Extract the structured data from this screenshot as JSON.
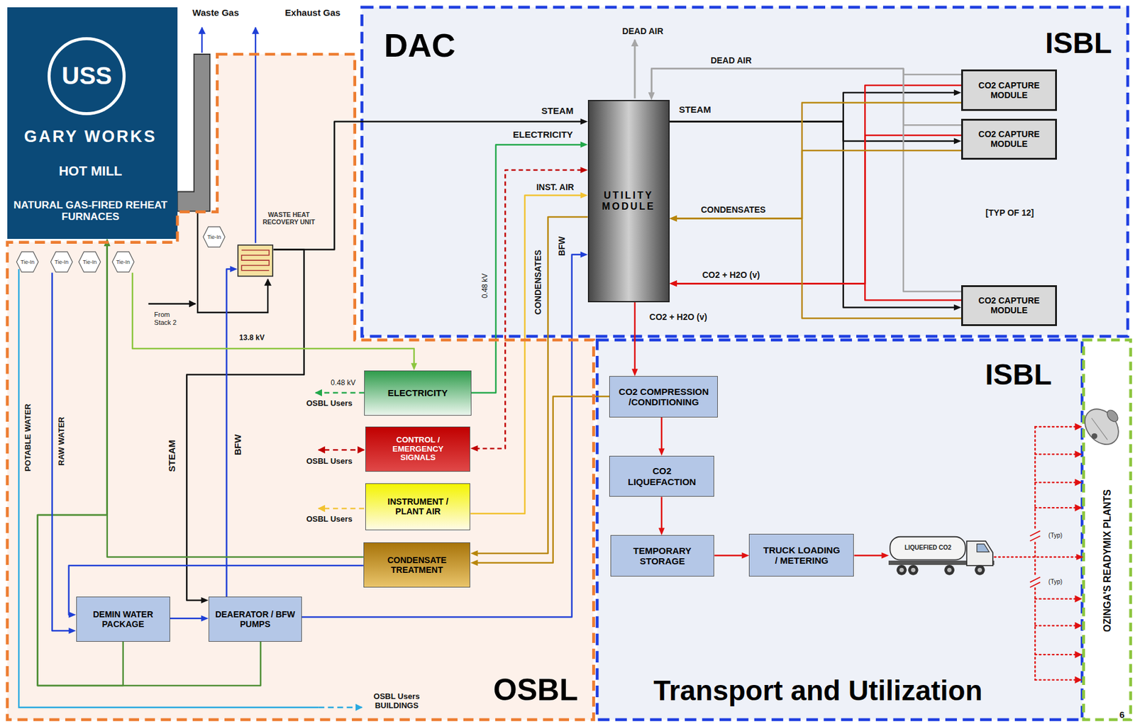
{
  "diagram": {
    "nodes": [
      {
        "text": [
          "USS",
          "GARY WORKS",
          "HOT MILL",
          "NATURAL GAS-FIRED REHEAT FURNACES"
        ]
      },
      {
        "text": [
          "DAC",
          "ISBL"
        ]
      },
      {
        "text": [
          "UTILITY MODULE"
        ],
        "in": 1
      },
      {
        "text": [
          "CO2 CAPTURE MODULE"
        ],
        "in": 1
      },
      {
        "text": [
          "CO2 CAPTURE MODULE"
        ],
        "in": 1
      },
      {
        "text": [
          "CO2 CAPTURE MODULE"
        ],
        "in": 1
      },
      {
        "text": [
          "OSBL"
        ]
      },
      {
        "text": [
          "WASTE HEAT RECOVERY UNIT"
        ],
        "in": 6
      },
      {
        "text": [
          "Tie-In"
        ],
        "in": 6
      },
      {
        "text": [
          "Tie-In"
        ],
        "in": 6
      },
      {
        "text": [
          "Tie-In"
        ],
        "in": 6
      },
      {
        "text": [
          "Tie-In"
        ],
        "in": 6
      },
      {
        "text": [
          "Tie-In"
        ],
        "in": 6
      },
      {
        "text": [
          "ELECTRICITY"
        ],
        "in": 6
      },
      {
        "text": [
          "CONTROL / EMERGENCY SIGNALS"
        ],
        "in": 6
      },
      {
        "text": [
          "INSTRUMENT / PLANT AIR"
        ],
        "in": 6
      },
      {
        "text": [
          "CONDENSATE TREATMENT"
        ],
        "in": 6
      },
      {
        "text": [
          "DEMIN WATER PACKAGE"
        ],
        "in": 6
      },
      {
        "text": [
          "DEAERATOR / BFW PUMPS"
        ],
        "in": 6
      },
      {
        "text": [
          "ISBL",
          "Transport and Utilization"
        ]
      },
      {
        "text": [
          "CO2 COMPRESSION /CONDITIONING"
        ],
        "in": 19
      },
      {
        "text": [
          "CO2 LIQUEFACTION"
        ],
        "in": 19
      },
      {
        "text": [
          "TEMPORARY STORAGE"
        ],
        "in": 19
      },
      {
        "text": [
          "TRUCK LOADING / METERING"
        ],
        "in": 19
      },
      {
        "text": [
          "LIQUEFIED CO2"
        ],
        "in": 19
      },
      {
        "text": [
          "OZINGA'S READYMIX PLANTS"
        ]
      }
    ],
    "edges": [
      {
        "from": 7,
        "to": 2,
        "arrow": "to",
        "label": "STEAM"
      },
      {
        "from": 7,
        "to": 18,
        "arrow": "to",
        "label": "STEAM"
      },
      {
        "from": 18,
        "to": 7,
        "arrow": "to",
        "label": "BFW"
      },
      {
        "from": 18,
        "to": 2,
        "arrow": "to",
        "label": "BFW"
      },
      {
        "from": 13,
        "to": 2,
        "arrow": "to",
        "label": "ELECTRICITY"
      },
      {
        "from": 12,
        "to": 13,
        "arrow": "to",
        "label": "13.8 kV"
      },
      {
        "from": 14,
        "to": 2,
        "arrow": "both"
      },
      {
        "from": 15,
        "to": 2,
        "arrow": "to",
        "label": "INST. AIR"
      },
      {
        "from": 2,
        "to": 16,
        "arrow": "to",
        "label": "CONDENSATES"
      },
      {
        "from": 20,
        "to": 16,
        "arrow": "to"
      },
      {
        "from": 16,
        "to": 0,
        "arrow": "to"
      },
      {
        "from": 17,
        "to": 0,
        "arrow": "to"
      },
      {
        "from": 18,
        "to": 0,
        "arrow": "to"
      },
      {
        "from": 10,
        "to": 17,
        "arrow": "to",
        "label": "RAW WATER"
      },
      {
        "from": 16,
        "to": 17,
        "arrow": "to"
      },
      {
        "from": 17,
        "to": 18,
        "arrow": "to"
      },
      {
        "from": 2,
        "to": 20,
        "arrow": "to",
        "label": "CO2 + H2O (v)"
      },
      {
        "from": 20,
        "to": 21,
        "arrow": "to"
      },
      {
        "from": 21,
        "to": 22,
        "arrow": "to"
      },
      {
        "from": 22,
        "to": 23,
        "arrow": "to"
      },
      {
        "from": 23,
        "to": 24,
        "arrow": "to"
      },
      {
        "from": 24,
        "to": 25,
        "arrow": "to"
      },
      {
        "from": 2,
        "to": 3,
        "arrow": "to",
        "label": "STEAM"
      },
      {
        "from": 2,
        "to": 4,
        "arrow": "to"
      },
      {
        "from": 2,
        "to": 5,
        "arrow": "to"
      },
      {
        "from": 3,
        "to": 2,
        "arrow": "to",
        "label": "CO2 + H2O (v)"
      },
      {
        "from": 4,
        "to": 2,
        "arrow": "to"
      },
      {
        "from": 5,
        "to": 2,
        "arrow": "to"
      },
      {
        "from": 3,
        "to": 2,
        "arrow": "to",
        "label": "DEAD AIR"
      },
      {
        "from": 4,
        "to": 2,
        "arrow": "to"
      },
      {
        "from": 5,
        "to": 2,
        "arrow": "to"
      },
      {
        "from": 3,
        "to": 2,
        "arrow": "to",
        "label": "CONDENSATES"
      },
      {
        "from": 4,
        "to": 2,
        "arrow": "to"
      },
      {
        "from": 5,
        "to": 2,
        "arrow": "to"
      }
    ],
    "labels": [
      "Waste Gas",
      "Exhaust Gas",
      "DEAD AIR",
      "[TYP OF 12]",
      "0.48 kV",
      "From Stack 2",
      "0.48 kV",
      "OSBL Users",
      "OSBL Users",
      "OSBL Users",
      "POTABLE WATER",
      "OSBL Users BUILDINGS",
      "(Typ)",
      "(Typ)",
      "6"
    ]
  }
}
